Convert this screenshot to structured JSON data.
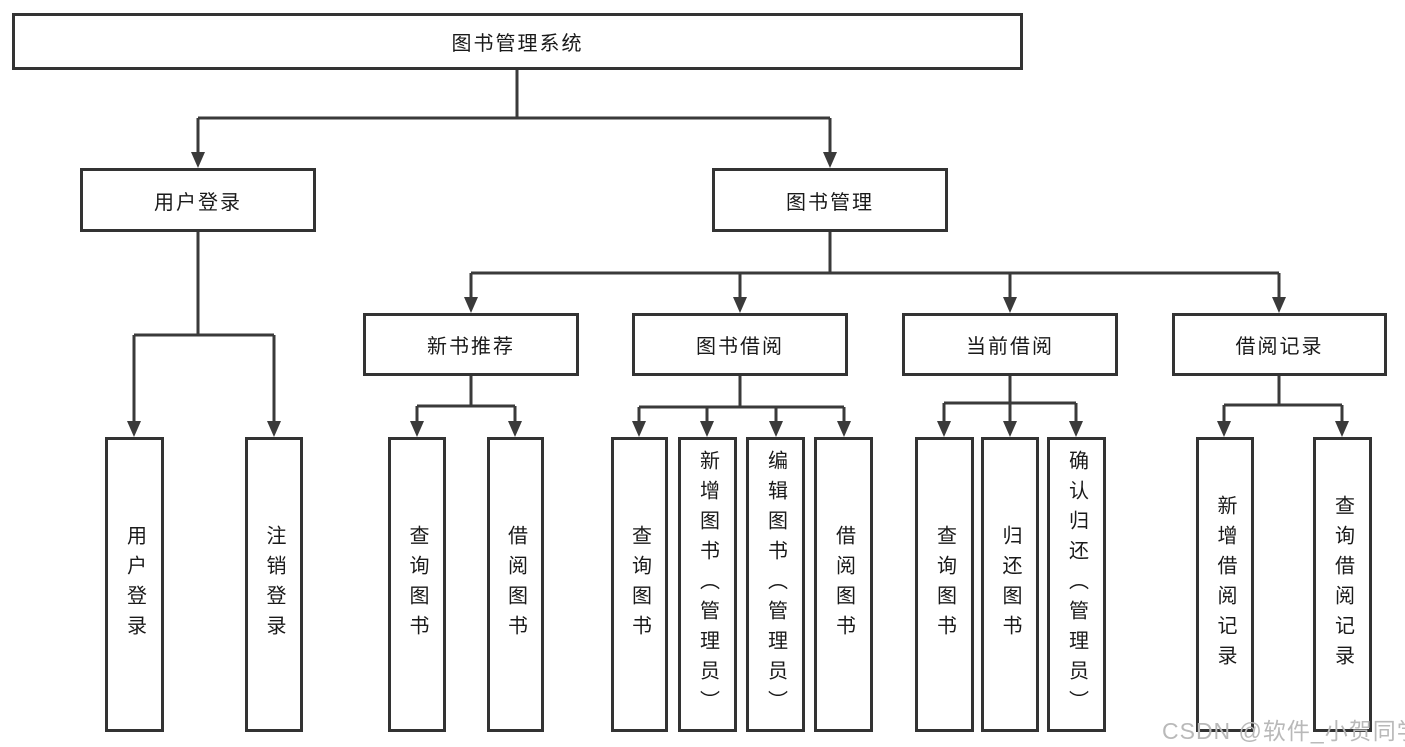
{
  "diagram_title": "图书管理系统",
  "tree": {
    "label": "图书管理系统",
    "children": [
      {
        "label": "用户登录",
        "children": [
          {
            "label": "用户登录"
          },
          {
            "label": "注销登录"
          }
        ]
      },
      {
        "label": "图书管理",
        "children": [
          {
            "label": "新书推荐",
            "children": [
              {
                "label": "查询图书"
              },
              {
                "label": "借阅图书"
              }
            ]
          },
          {
            "label": "图书借阅",
            "children": [
              {
                "label": "查询图书"
              },
              {
                "label": "新增图书（管理员）"
              },
              {
                "label": "编辑图书（管理员）"
              },
              {
                "label": "借阅图书"
              }
            ]
          },
          {
            "label": "当前借阅",
            "children": [
              {
                "label": "查询图书"
              },
              {
                "label": "归还图书"
              },
              {
                "label": "确认归还（管理员）"
              }
            ]
          },
          {
            "label": "借阅记录",
            "children": [
              {
                "label": "新增借阅记录"
              },
              {
                "label": "查询借阅记录"
              }
            ]
          }
        ]
      }
    ]
  },
  "watermark": {
    "text": "CSDN @软件_小贺同学",
    "color": "#b9b9b9"
  },
  "colors": {
    "line": "#3a3a3a",
    "box_border": "#333333",
    "text": "#1a1a1a",
    "background": "#ffffff"
  }
}
